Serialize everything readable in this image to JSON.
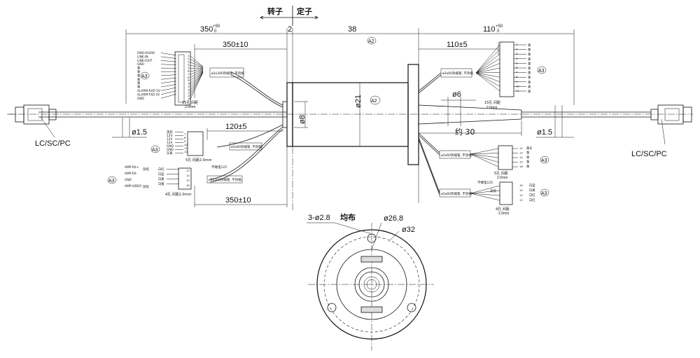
{
  "header": {
    "rotor": "转子",
    "stator": "定子"
  },
  "dims": {
    "left_overall": "350",
    "tol_plus": "+50",
    "tol_zero": "0",
    "gap": "2",
    "body_len": "38",
    "right_overall": "110",
    "left_cable": "350±10",
    "left_cable_bottom": "350±10",
    "left_mid_cable": "120±5",
    "right_cable": "110±5",
    "dia21": "ø21",
    "dia8": "ø8",
    "dia6": "ø6",
    "approx30": "约 30",
    "dia15_left": "ø1.5",
    "dia15_right": "ø1.5",
    "holes": "3-ø2.8",
    "holes_note": "均布",
    "dia268": "ø26.8",
    "dia32": "ø32"
  },
  "labels": {
    "a2_top": "A2",
    "a2_body": "A2",
    "a3_left1": "A3",
    "a3_left2": "A3",
    "a3_left3": "A3",
    "a3_right1": "A3",
    "a3_right2": "A3",
    "a3_right3": "A3",
    "conn_left": "LC/SC/PC",
    "conn_right": "LC/SC/PC"
  },
  "connector1": {
    "signals": [
      "GND-AUDIO",
      "LINE-IN",
      "LINE-IOUT",
      "GND",
      "黄",
      "黄",
      "黄",
      "黄",
      "黄",
      "黄",
      "ALARM-RXD 5V",
      "ALARM-TXD 5V",
      "GND"
    ],
    "pins": [
      "1",
      "2",
      "3",
      "4",
      "5",
      "6",
      "7",
      "8",
      "9",
      "10",
      "11",
      "12",
      "13",
      "14",
      "15"
    ],
    "sleeve": "ø3x300热缩管, 不热缩",
    "note1": "15孔 间距",
    "note2": "2.0mm"
  },
  "connector2": {
    "signals": [
      "黑棕",
      "12V",
      "12V",
      "12V",
      "GND",
      "GND",
      "灰黄"
    ],
    "pins": [
      "7",
      "8",
      "9",
      "10",
      "11",
      "12"
    ],
    "sleeve": "ø3x60热缩管, 不热缩",
    "note1": "5孔 间距2.0mm"
  },
  "connector3": {
    "signals": [
      "AMP-RX+",
      "AMP-RX-",
      "GND",
      "AMP-VIDEO"
    ],
    "pair1": "双绞",
    "pair2": "双绞",
    "colors": [
      "白红",
      "白蓝",
      "白黄",
      "白橙"
    ],
    "pins": [
      "13",
      "14",
      "15",
      "16"
    ],
    "sleeve_top": "不缠电125",
    "sleeve": "ø3x300热缩管, 不热缩",
    "note1": "4孔 间距2.0mm"
  },
  "connector4": {
    "colors": [
      "黄",
      "黄",
      "黄",
      "黄",
      "黄",
      "黄",
      "黄",
      "黄",
      "黄",
      "黄",
      "黄"
    ],
    "pins": [
      "1",
      "2",
      "3",
      "4",
      "5",
      "6",
      "7",
      "8",
      "9",
      "10",
      "11"
    ],
    "sleeve": "ø3x60热缩管, 不热缩",
    "note1": "15孔 间距",
    "note2": "2.0mm"
  },
  "connector5": {
    "colors": [
      "黄灰",
      "黄",
      "黄",
      "黄",
      "黄"
    ],
    "pins": [
      "12",
      "13",
      "14",
      "15",
      "16"
    ],
    "sleeve": "ø3x60热缩管, 不热缩",
    "note1": "5孔 间距",
    "note2": "2.0mm"
  },
  "connector6": {
    "colors": [
      "白蓝",
      "白黄",
      "白红",
      "白红"
    ],
    "pins": [
      "16",
      "15",
      "14",
      "13"
    ],
    "sleeve_top": "不缠电125",
    "pair": "双绞",
    "sleeve": "ø3x60热缩管, 不热缩",
    "note1": "4孔 间距",
    "note2": "2.0mm"
  }
}
